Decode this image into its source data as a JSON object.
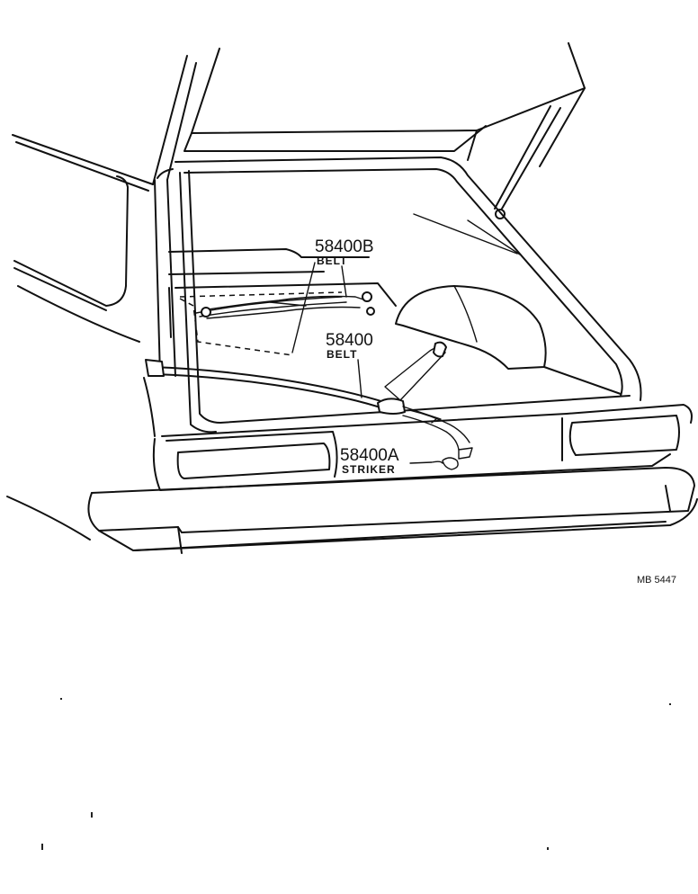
{
  "callouts": [
    {
      "part_no": "58400B",
      "name": "BELT"
    },
    {
      "part_no": "58400",
      "name": "BELT"
    },
    {
      "part_no": "58400A",
      "name": "STRIKER"
    }
  ],
  "figure_code": "MB 5447",
  "line_color": "#111111",
  "background": "#ffffff"
}
